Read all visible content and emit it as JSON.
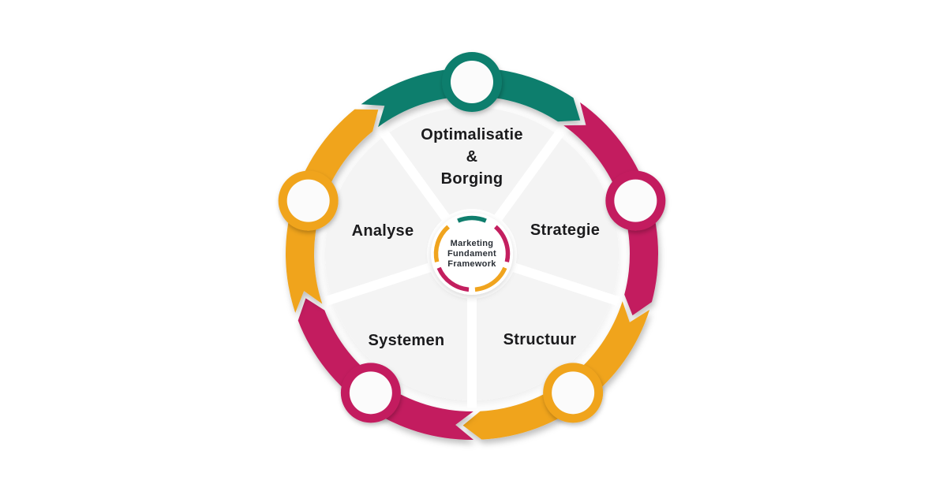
{
  "colors": {
    "teal": "#0F7E6D",
    "magenta": "#C31F5F",
    "orange": "#F0A41E",
    "disc": "#F4F4F4",
    "divider": "#FFFFFF",
    "node_fill": "#FBFBFB",
    "hub_fill": "#FFFFFF",
    "label_text": "#1B1B1D",
    "hub_text": "#2A2F36",
    "background": "#FFFFFF"
  },
  "hub": {
    "lines": [
      "Marketing",
      "Fundament",
      "Framework"
    ]
  },
  "segments": [
    {
      "label": "Optimalisatie & Borging",
      "label_lines": [
        "Optimalisatie",
        "&",
        "Borging"
      ],
      "color": "teal"
    },
    {
      "label": "Strategie",
      "color": "magenta"
    },
    {
      "label": "Structuur",
      "color": "orange"
    },
    {
      "label": "Systemen",
      "color": "magenta"
    },
    {
      "label": "Analyse",
      "color": "orange"
    }
  ]
}
